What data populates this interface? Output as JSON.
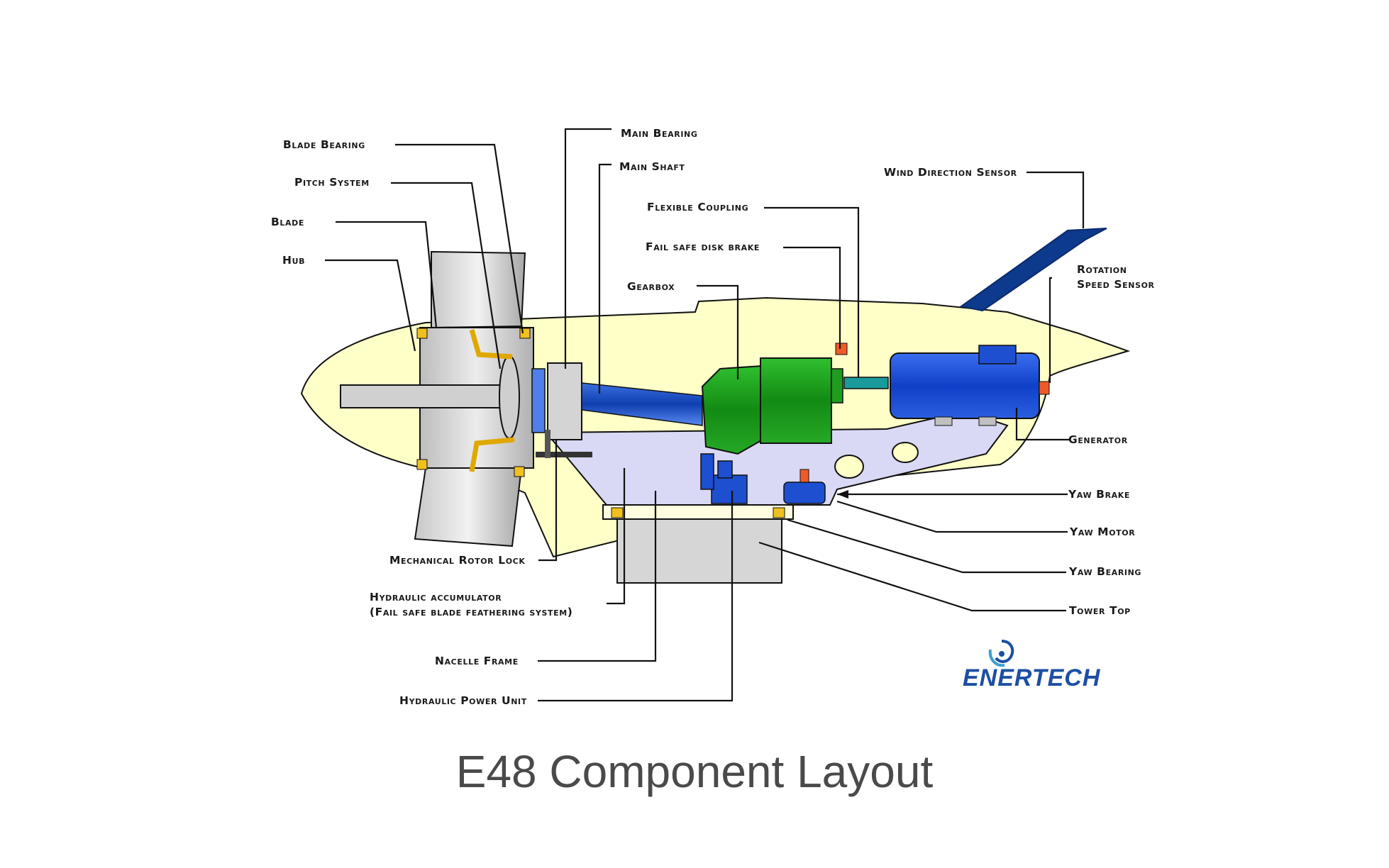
{
  "title": "E48 Component Layout",
  "logo": {
    "text": "ENERTECH",
    "color": "#1d4fa3",
    "accent": "#0a2a6b"
  },
  "colors": {
    "nacelle": "#ffffc8",
    "frame": "#d9d9f5",
    "gearbox": "#1f9d1f",
    "generator": "#1e4fd0",
    "main_shaft": "#1b4fc4",
    "vane": "#0d3a8c",
    "sensor": "#f05a28",
    "hub": "#d4d4d4"
  },
  "labels": {
    "blade_bearing": "Blade Bearing",
    "pitch_system": "Pitch System",
    "blade": "Blade",
    "hub": "Hub",
    "main_bearing": "Main Bearing",
    "main_shaft": "Main Shaft",
    "flexible_coupling": "Flexible Coupling",
    "fail_safe_disk_brake": "Fail safe disk brake",
    "gearbox": "Gearbox",
    "wind_direction_sensor": "Wind Direction Sensor",
    "rotation_speed_sensor_1": "Rotation",
    "rotation_speed_sensor_2": "Speed Sensor",
    "generator": "Generator",
    "yaw_brake": "Yaw Brake",
    "yaw_motor": "Yaw Motor",
    "yaw_bearing": "Yaw Bearing",
    "tower_top": "Tower Top",
    "mechanical_rotor_lock": "Mechanical Rotor Lock",
    "hydraulic_accumulator_1": "Hydraulic accumulator",
    "hydraulic_accumulator_2": "(Fail safe blade feathering system)",
    "nacelle_frame": "Nacelle Frame",
    "hydraulic_power_unit": "Hydraulic Power Unit"
  }
}
